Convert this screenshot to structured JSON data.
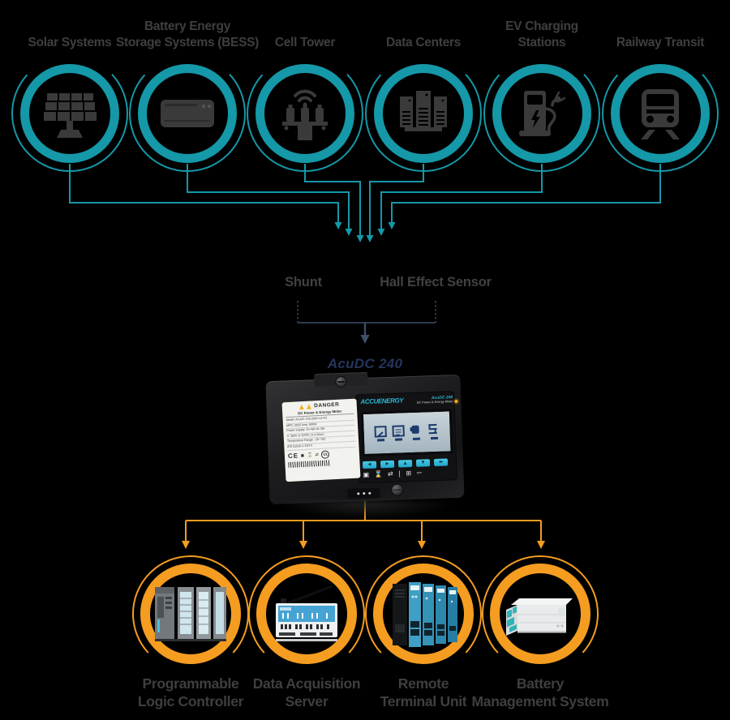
{
  "palette": {
    "background": "#000000",
    "teal": "#1598a8",
    "orange": "#f59d20",
    "label_gray": "#3f3f3f",
    "slate_arrow": "#3e4e68",
    "title_navy": "#24365c",
    "brand_cyan": "#2cb8d4",
    "lcd_background": "#b9c7d0",
    "lcd_icon_navy": "#1d3b6e",
    "led_amber": "#f5a623"
  },
  "top_nodes": [
    {
      "name": "solar-systems",
      "lines": [
        "",
        "Solar Systems"
      ]
    },
    {
      "name": "bess",
      "lines": [
        "Battery Energy",
        "Storage Systems (BESS)"
      ]
    },
    {
      "name": "cell-tower",
      "lines": [
        "",
        "Cell Tower"
      ]
    },
    {
      "name": "data-centers",
      "lines": [
        "",
        "Data Centers"
      ]
    },
    {
      "name": "ev-charging",
      "lines": [
        "EV Charging",
        "Stations"
      ]
    },
    {
      "name": "railway-transit",
      "lines": [
        "",
        "Railway Transit"
      ]
    }
  ],
  "sensors": {
    "shunt": "Shunt",
    "hall": "Hall Effect Sensor"
  },
  "meter": {
    "title": "AcuDC 240",
    "brand": "ACCUENERGY",
    "model": "AcuDC 240",
    "model_subtitle": "DC Power & Energy Meter",
    "warning": "DANGER",
    "label_heading": "DC Power & Energy Meter",
    "label_rows": [
      "Model: AcuDC-243-300V-A2-P2",
      "MFG: 3025        Amp: 600W",
      "Power Supply: 20-48V dc 3W",
      "V: 300V or GATE | 0.4-20mA",
      "Temperature Range: -25~70C",
      "IEC 61010-1 CAT II"
    ],
    "ce_mark": "CE",
    "ul_mark": "UL",
    "cert_glyphs": "▣ ⌛ ⇄",
    "lcd_icons": [
      "meter-icon",
      "log-icon",
      "power-icon",
      "energy-icon"
    ],
    "buttons": [
      "◀",
      "▶",
      "▲",
      "▼",
      "▬"
    ],
    "printed_icons": [
      {
        "name": "display-frame-icon",
        "glyph": "▣"
      },
      {
        "name": "hourglass-icon",
        "glyph": "⌛"
      },
      {
        "name": "io-arrows-icon",
        "glyph": "⇄"
      },
      {
        "name": "separator-icon",
        "glyph": "|"
      },
      {
        "name": "terminal-grid-icon",
        "glyph": "⊞"
      },
      {
        "name": "dc-symbol-icon",
        "glyph": "⎓"
      }
    ]
  },
  "bottom_nodes": [
    {
      "name": "plc",
      "lines": [
        "Programmable",
        "Logic Controller"
      ]
    },
    {
      "name": "das",
      "lines": [
        "Data Acquisition",
        "Server"
      ]
    },
    {
      "name": "rtu",
      "lines": [
        "Remote",
        "Terminal Unit"
      ]
    },
    {
      "name": "bms",
      "lines": [
        "Battery",
        "Management System"
      ]
    }
  ]
}
